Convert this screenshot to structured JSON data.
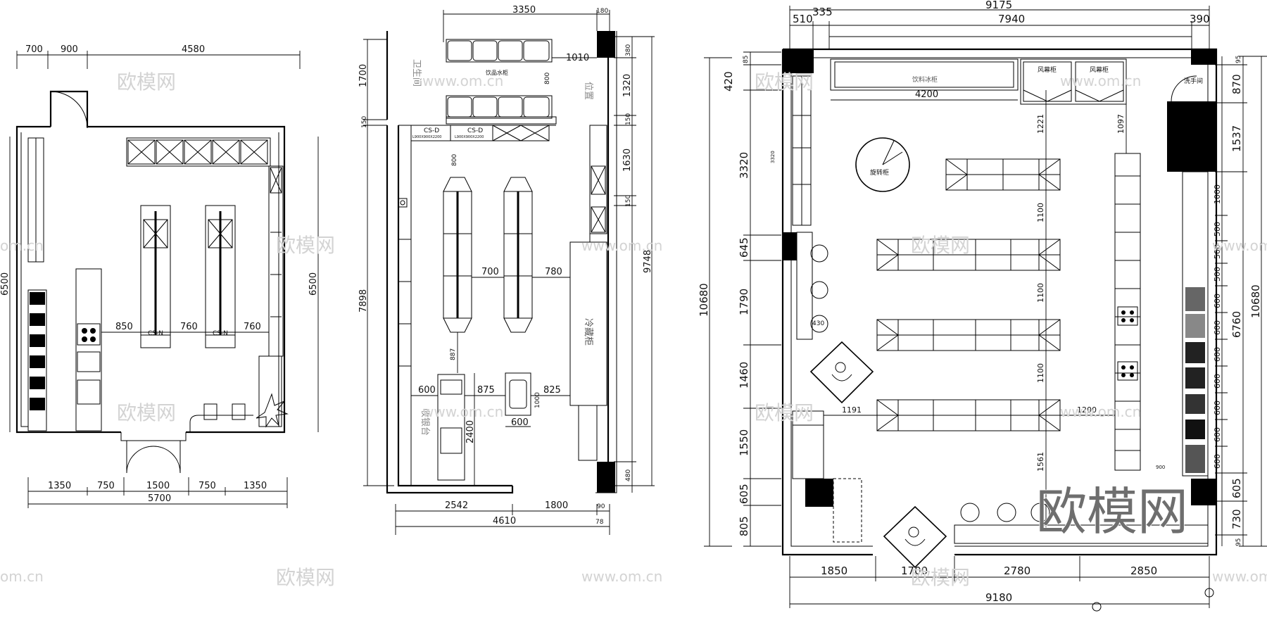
{
  "plan_a": {
    "top_dims": [
      "700",
      "900",
      "4580"
    ],
    "left_dim": "6500",
    "right_dim": "6500",
    "aisle_dims": [
      "850",
      "760",
      "760"
    ],
    "bottom_dims": [
      "1350",
      "750",
      "1500",
      "750",
      "1350"
    ],
    "bottom_total": "5700",
    "shelf_tags": [
      "CS-N",
      "CS-N"
    ]
  },
  "plan_b": {
    "top_dim": "3350",
    "top_small": "180",
    "dim_1010": "1010",
    "dim_800a": "800",
    "left_dims": [
      "1700",
      "150",
      "7898"
    ],
    "right_dims": [
      "380",
      "1320",
      "150",
      "1630",
      "150",
      "9748",
      "480"
    ],
    "shelf_tags_top": [
      "CS-D",
      "CS-D"
    ],
    "shelf_codes_top": [
      "L900X900X2200",
      "L900X900X2200"
    ],
    "dim_800b": "800",
    "aisle_700": "700",
    "aisle_780": "780",
    "dim_887": "887",
    "dims_mid": [
      "600",
      "875",
      "1000",
      "825",
      "600"
    ],
    "dim_2400": "2400",
    "bottom_dims": [
      "2542",
      "1800",
      "90"
    ],
    "bottom_total": "4610",
    "bottom_small": "78",
    "labels": {
      "restroom": "卫生间",
      "fridge": "冷藏柜",
      "counter": "收银台",
      "water": "饮品水柜",
      "position": "位置"
    }
  },
  "plan_c": {
    "top_total": "9175",
    "top_dims": [
      "510",
      "335",
      "7940",
      "390"
    ],
    "dim_4200": "4200",
    "label_drink_cabinet": "饮料冰柜",
    "label_vent1": "风幕柜",
    "label_vent2": "风幕柜",
    "label_wash": "洗手间",
    "label_spin": "旋转柜",
    "left_dims": [
      "85",
      "420",
      "3320",
      "645",
      "1790",
      "1460",
      "1550",
      "605",
      "805"
    ],
    "left_total": "10680",
    "right_dims": [
      "95",
      "870",
      "1537",
      "1000",
      "500",
      "500",
      "500",
      "600",
      "600",
      "600",
      "600",
      "600",
      "600",
      "600",
      "6760",
      "605",
      "730",
      "95"
    ],
    "right_total": "10680",
    "dim_1221": "1221",
    "dim_1097": "1097",
    "dims_1100": [
      "1100",
      "1100",
      "1100"
    ],
    "dim_1191": "1191",
    "dim_1200": "1200",
    "dim_1561": "1561",
    "dim_430": "430",
    "dim_900": "900",
    "dim_3320_small": "3320",
    "bottom_dims": [
      "1850",
      "1700",
      "2780",
      "2850"
    ],
    "bottom_total": "9180"
  },
  "watermarks": {
    "brand": "欧模网",
    "url": "www.om.cn",
    "url_partial": "om.cn"
  }
}
